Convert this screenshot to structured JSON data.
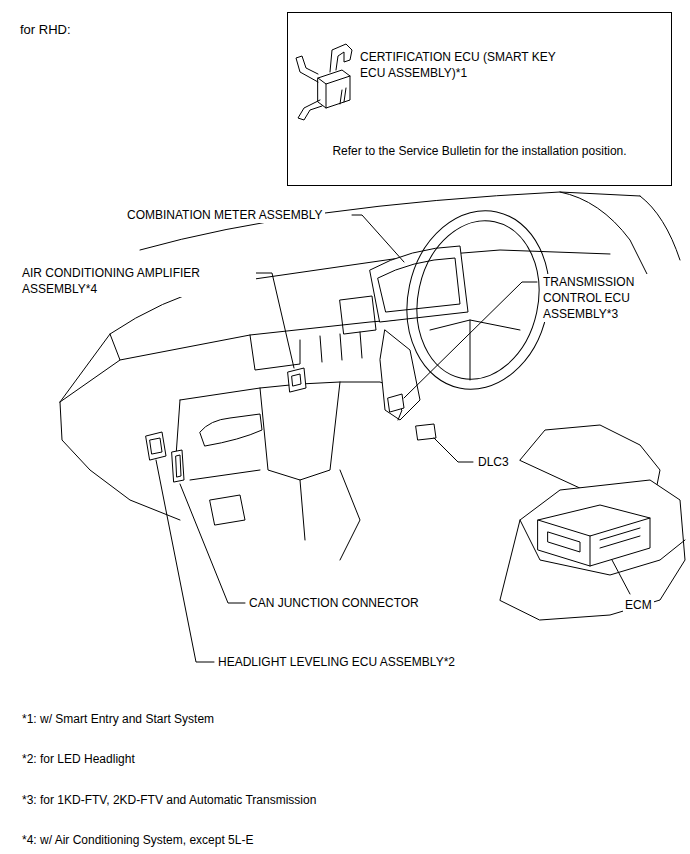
{
  "diagram": {
    "title": "for RHD:",
    "nodes": [
      {
        "text": [
          "CERTIFICATION ECU (SMART KEY ECU ASSEMBLY)*1",
          "Refer to the Service Bulletin for the installation position."
        ]
      }
    ],
    "labels": [
      "COMBINATION METER ASSEMBLY",
      "AIR CONDITIONING AMPLIFIER ASSEMBLY*4",
      "TRANSMISSION CONTROL ECU ASSEMBLY*3",
      "DLC3",
      "CAN JUNCTION CONNECTOR",
      "ECM",
      "HEADLIGHT LEVELING ECU ASSEMBLY*2",
      "*1: w/ Smart Entry and Start System",
      "*2: for LED Headlight",
      "*3: for 1KD-FTV, 2KD-FTV and Automatic Transmission",
      "*4: w/ Air Conditioning System, except 5L-E"
    ]
  }
}
